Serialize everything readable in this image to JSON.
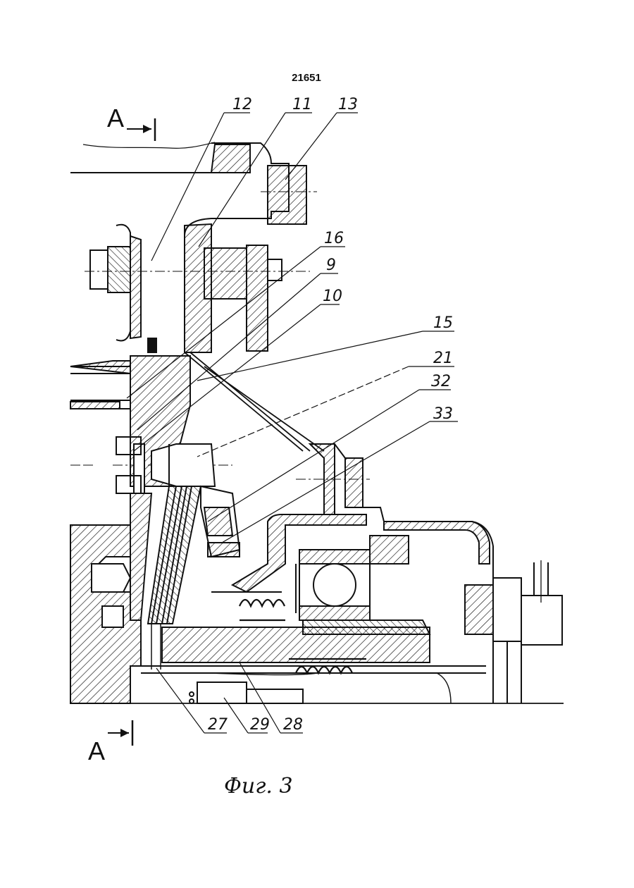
{
  "document": {
    "number": "21651",
    "caption": "Фиг. 3"
  },
  "section": {
    "top_label": "A",
    "bottom_label": "A"
  },
  "callouts": {
    "c12": "12",
    "c11": "11",
    "c13": "13",
    "c16": "16",
    "c9": "9",
    "c10": "10",
    "c15": "15",
    "c21": "21",
    "c32": "32",
    "c33": "33",
    "c27": "27",
    "c29": "29",
    "c28": "28"
  }
}
